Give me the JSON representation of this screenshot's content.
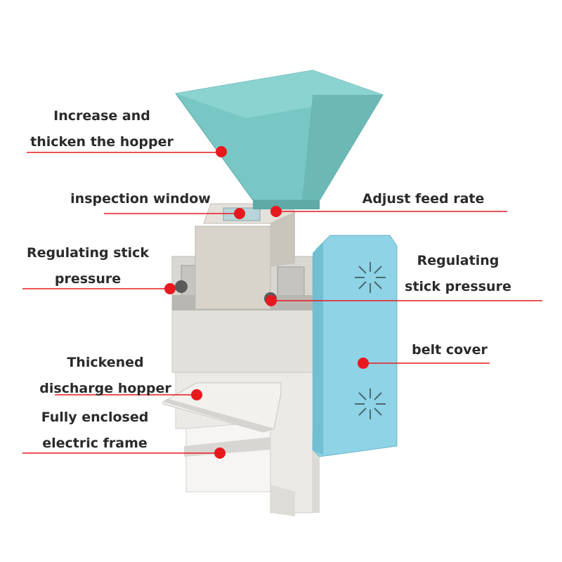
{
  "colors": {
    "teal": "#79c7c4",
    "teal_dark": "#5aa9a6",
    "light_blue": "#8fd3e6",
    "frame_grey": "#e6e4e0",
    "callout_red": "#e8191e",
    "text": "#2a2a2a"
  },
  "labels": {
    "hopper_1": "Increase and",
    "hopper_2": "thicken the hopper",
    "inspection": "inspection window",
    "feed": "Adjust feed rate",
    "left_press_1": "Regulating stick",
    "left_press_2": "pressure",
    "right_press_1": "Regulating",
    "right_press_2": "stick pressure",
    "belt": "belt cover",
    "discharge_1": "Thickened",
    "discharge_2": "discharge hopper",
    "frame_1": "Fully enclosed",
    "frame_2": "electric frame"
  }
}
